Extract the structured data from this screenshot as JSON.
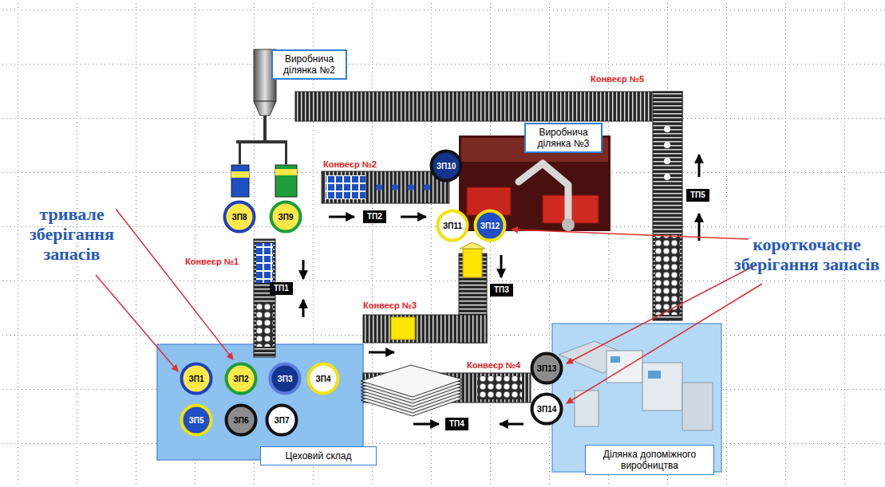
{
  "diagram": {
    "nodes": [
      {
        "text": [
          "Виробнича ділянка №2"
        ]
      },
      {
        "text": [
          "Виробнича ділянка №3"
        ]
      },
      {
        "text": [
          "ЗП10"
        ]
      },
      {
        "text": [
          "ЗП8"
        ]
      },
      {
        "text": [
          "ЗП9"
        ]
      },
      {
        "text": [
          "ТП2"
        ]
      },
      {
        "text": [
          "ЗП11"
        ]
      },
      {
        "text": [
          "ЗП12"
        ]
      },
      {
        "text": [
          "ТП5"
        ]
      },
      {
        "text": [
          "ТП1"
        ]
      },
      {
        "text": [
          "ТП3"
        ]
      },
      {
        "text": [
          "Цеховий склад"
        ]
      },
      {
        "text": [
          "ЗП1"
        ],
        "in": 11
      },
      {
        "text": [
          "ЗП2"
        ],
        "in": 11
      },
      {
        "text": [
          "ЗП3"
        ],
        "in": 11
      },
      {
        "text": [
          "ЗП4"
        ],
        "in": 11
      },
      {
        "text": [
          "ЗП5"
        ],
        "in": 11
      },
      {
        "text": [
          "ЗП6"
        ],
        "in": 11
      },
      {
        "text": [
          "ЗП7"
        ],
        "in": 11
      },
      {
        "text": [
          "Ділянка допоміжного виробництва"
        ]
      },
      {
        "text": [
          "ЗП13"
        ]
      },
      {
        "text": [
          "ЗП14"
        ]
      },
      {
        "text": [
          "ТП4"
        ]
      }
    ],
    "labels": [
      "Конвеєр №5",
      "Конвеєр №2",
      "Конвеєр №1",
      "Конвеєр №3",
      "Конвеєр №4",
      "тривале зберігання запасів",
      "короткочасне зберігання запасів"
    ]
  }
}
